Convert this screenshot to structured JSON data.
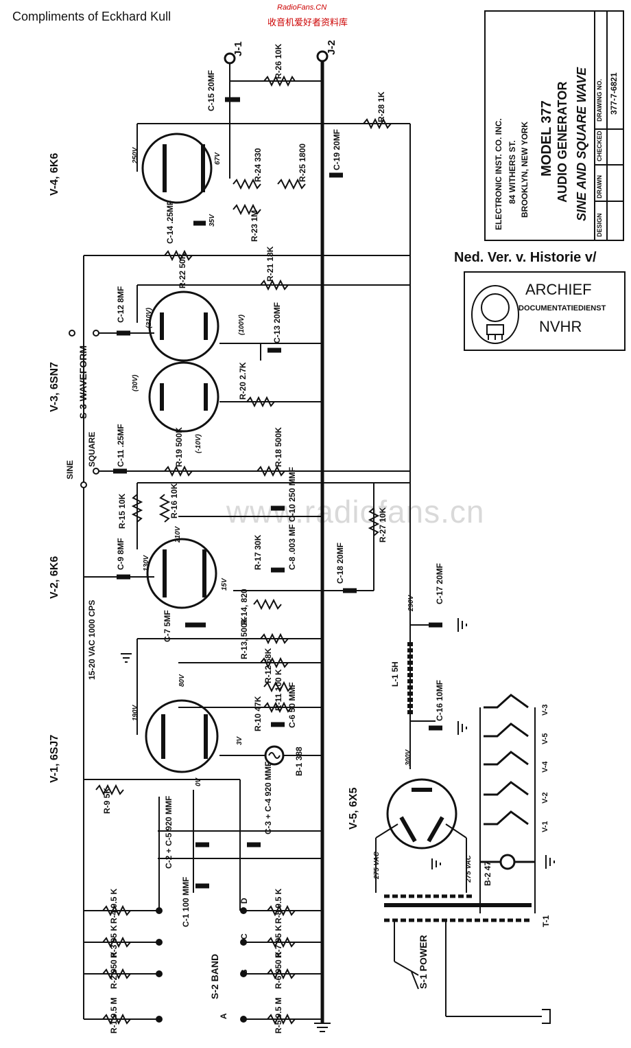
{
  "header": {
    "credit": "Compliments of Eckhard Kull",
    "site_en": "RadioFans.CN",
    "site_cn": "收音机爱好者资料库",
    "watermark": "www.radiofans.cn"
  },
  "title_block": {
    "company": "ELECTRONIC INST. CO. INC.",
    "address": "84 WITHERS ST.",
    "city": "BROOKLYN, NEW YORK",
    "model": "MODEL 377",
    "product": "AUDIO GENERATOR",
    "subtitle": "SINE AND SQUARE WAVE",
    "col_design": "DESIGN",
    "col_drawn": "DRAWN",
    "col_checked": "CHECKED",
    "col_drawing_no": "DRAWING NO.",
    "drawing_no": "377-7-6821"
  },
  "stamp": {
    "caption": "Ned. Ver. v. Historie v/",
    "line1": "ARCHIEF",
    "line2": "DOCUMENTATIEDIENST",
    "line3": "NVHR"
  },
  "tubes": {
    "v1": "V-1, 6SJ7",
    "v2": "V-2, 6K6",
    "v3": "V-3, 6SN7",
    "v4": "V-4, 6K6",
    "v5": "V-5, 6X5"
  },
  "jacks": {
    "j1": "J-1",
    "j2": "J-2"
  },
  "switches": {
    "s1": "S-1 POWER",
    "s2": "S-2 BAND",
    "s3": "S-3 WAVEFORM",
    "sine": "SINE",
    "square": "SQUARE",
    "bands": [
      "A",
      "B",
      "C",
      "D"
    ]
  },
  "components": {
    "r1": "R-1 9.5 M",
    "r2": "R-2 950 K",
    "r3": "R-3 95 K",
    "r4": "R-4 9.5 K",
    "r5": "R-5 9.5 M",
    "r6": "R-6 950 K",
    "r7": "R-7 95 K",
    "r8": "R-8 9.5 K",
    "r9": "R-9 5K",
    "r10": "R-10 47K",
    "r11": "R-11 100 K",
    "r12": "R-12 68K",
    "r13": "R-13, 500K",
    "r14": "R-14, 820",
    "r15": "R-15 10K",
    "r16": "R-16 10K",
    "r17": "R-17 30K",
    "r18": "R-18 500K",
    "r19": "R-19 500K",
    "r20": "R-20 2.7K",
    "r21": "R-21 18K",
    "r22": "R-22 50K",
    "r23": "R-23 1M",
    "r24": "R-24 330",
    "r25": "R-25 1800",
    "r26": "R-26 10K",
    "r27": "R-27 10K",
    "r28": "R-28 1K",
    "c1": "C-1 100 MMF",
    "c23": "C-2 + C-5 920 MMF",
    "c34": "C-3 + C-4 920 MMF",
    "c6": "C-6 50 MMF",
    "c7": "C-7 5MF",
    "c8": "C-8 .003 MF",
    "c9": "C-9 8MF",
    "c10": "C-10 250 MMF",
    "c11": "C-11 .25MF",
    "c12": "C-12 8MF",
    "c13": "C-13 20MF",
    "c14": "C-14 .25MF",
    "c15": "C-15 20MF",
    "c16": "C-16 10MF",
    "c17": "C-17 20MF",
    "c18": "C-18 20MF",
    "c19": "C-19 20MF",
    "l1": "L-1 5H",
    "b1": "B-1 388",
    "b2": "B-2 47",
    "t1": "T-1",
    "ac": "15-20 VAC 1000 CPS"
  },
  "voltages": {
    "v290": "290V",
    "v300": "300V",
    "v275a": "275 VAC",
    "v275b": "275 VAC",
    "v190": "190V",
    "v80": "80V",
    "v3": "3V",
    "v0": "0V",
    "v130": "130V",
    "v210": "210V",
    "v15": "15V",
    "v250": "250V",
    "v67": "67V",
    "v35": "35V",
    "v210b": "(210V)",
    "v100": "(100V)",
    "v30": "(30V)",
    "vneg10": "(-10V)"
  },
  "heaters": [
    "V-3",
    "V-5",
    "V-4",
    "V-2",
    "V-1"
  ]
}
